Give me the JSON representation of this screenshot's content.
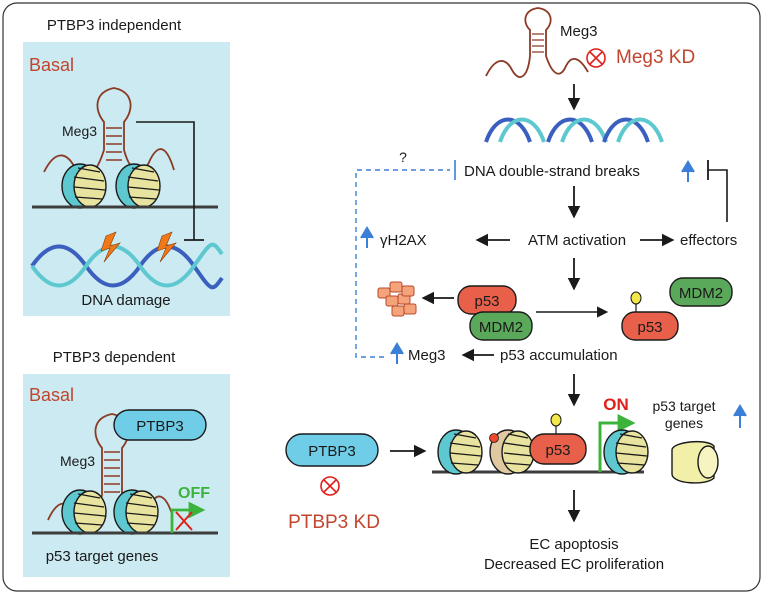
{
  "colors": {
    "panel_bg": "#cbeaf1",
    "red_text": "#c2452e",
    "green_on_off": "#3cb43c",
    "on_red": "#e0201a",
    "blue_up": "#3b7fd9",
    "dna_blue": "#3a5fbf",
    "dna_cyan": "#5ec8d0",
    "rna_brown": "#8b3a24",
    "p53_fill": "#e8604a",
    "mdm2_fill": "#5aa85a",
    "ptbp3_fill": "#6fcde8"
  },
  "left_top": {
    "title": "PTBP3 independent",
    "basal": "Basal",
    "meg3": "Meg3",
    "dna_damage": "DNA damage"
  },
  "left_bottom": {
    "title": "PTBP3 dependent",
    "basal": "Basal",
    "meg3": "Meg3",
    "ptbp3": "PTBP3",
    "off": "OFF",
    "p53_targets": "p53 target genes"
  },
  "right": {
    "meg3": "Meg3",
    "meg3_kd": "Meg3 KD",
    "question": "?",
    "dsb": "DNA double-strand breaks",
    "gh2ax": "γH2AX",
    "atm": "ATM activation",
    "effectors": "effectors",
    "p53_a": "p53",
    "mdm2_a": "MDM2",
    "p53_b": "p53",
    "mdm2_b": "MDM2",
    "meg3_up": "Meg3",
    "p53_accum": "p53 accumulation",
    "ptbp3": "PTBP3",
    "ptbp3_kd": "PTBP3 KD",
    "p53_c": "p53",
    "on": "ON",
    "p53_targets_line1": "p53 target",
    "p53_targets_line2": "genes",
    "ec_apoptosis": "EC apoptosis",
    "ec_prolif": "Decreased EC proliferation"
  }
}
